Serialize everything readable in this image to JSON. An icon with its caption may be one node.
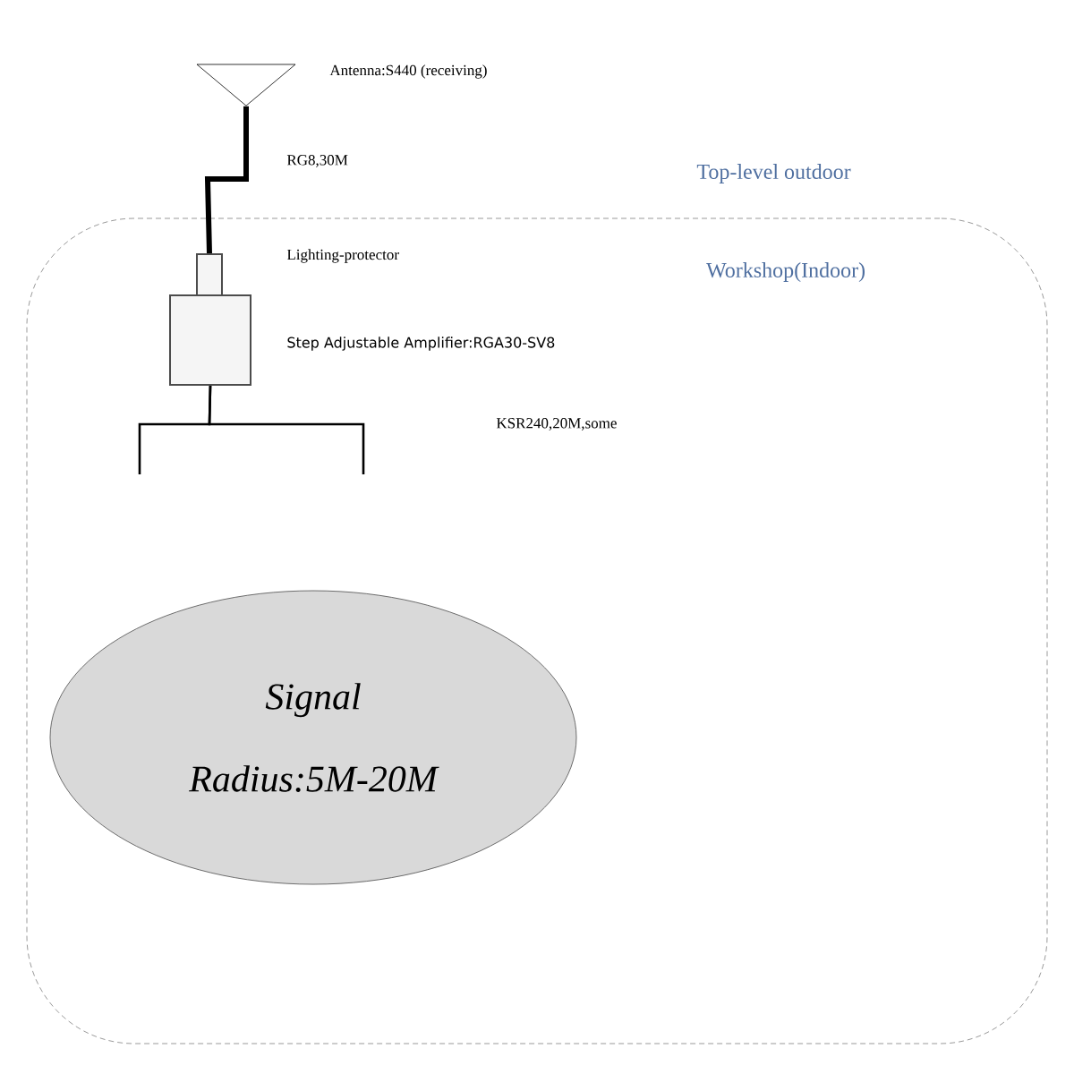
{
  "diagram": {
    "nodes": [
      {
        "text": [
          "Workshop(Indoor)"
        ]
      },
      {
        "text": [],
        "shape": "triangle",
        "beside": [
          "Antenna:S440 (receiving)"
        ]
      },
      {
        "text": [],
        "shape": "box",
        "in": 0
      },
      {
        "text": [],
        "shape": "box",
        "beside": [
          "Step Adjustable Amplifier:RGA30-SV8"
        ],
        "in": 0
      },
      {
        "text": [
          "Signal Radius:5M-20M"
        ],
        "in": 0
      }
    ],
    "edges": [
      {
        "from": 1,
        "to": 2,
        "arrow": "none",
        "label": "RG8,30M",
        "style": "thick"
      },
      {
        "from": 3,
        "to": null,
        "arrow": "none"
      },
      {
        "from": 3,
        "to": null,
        "arrow": "none"
      }
    ],
    "labels": [
      "Top-level outdoor",
      "Lighting-protector",
      "KSR240,20M,some"
    ]
  }
}
